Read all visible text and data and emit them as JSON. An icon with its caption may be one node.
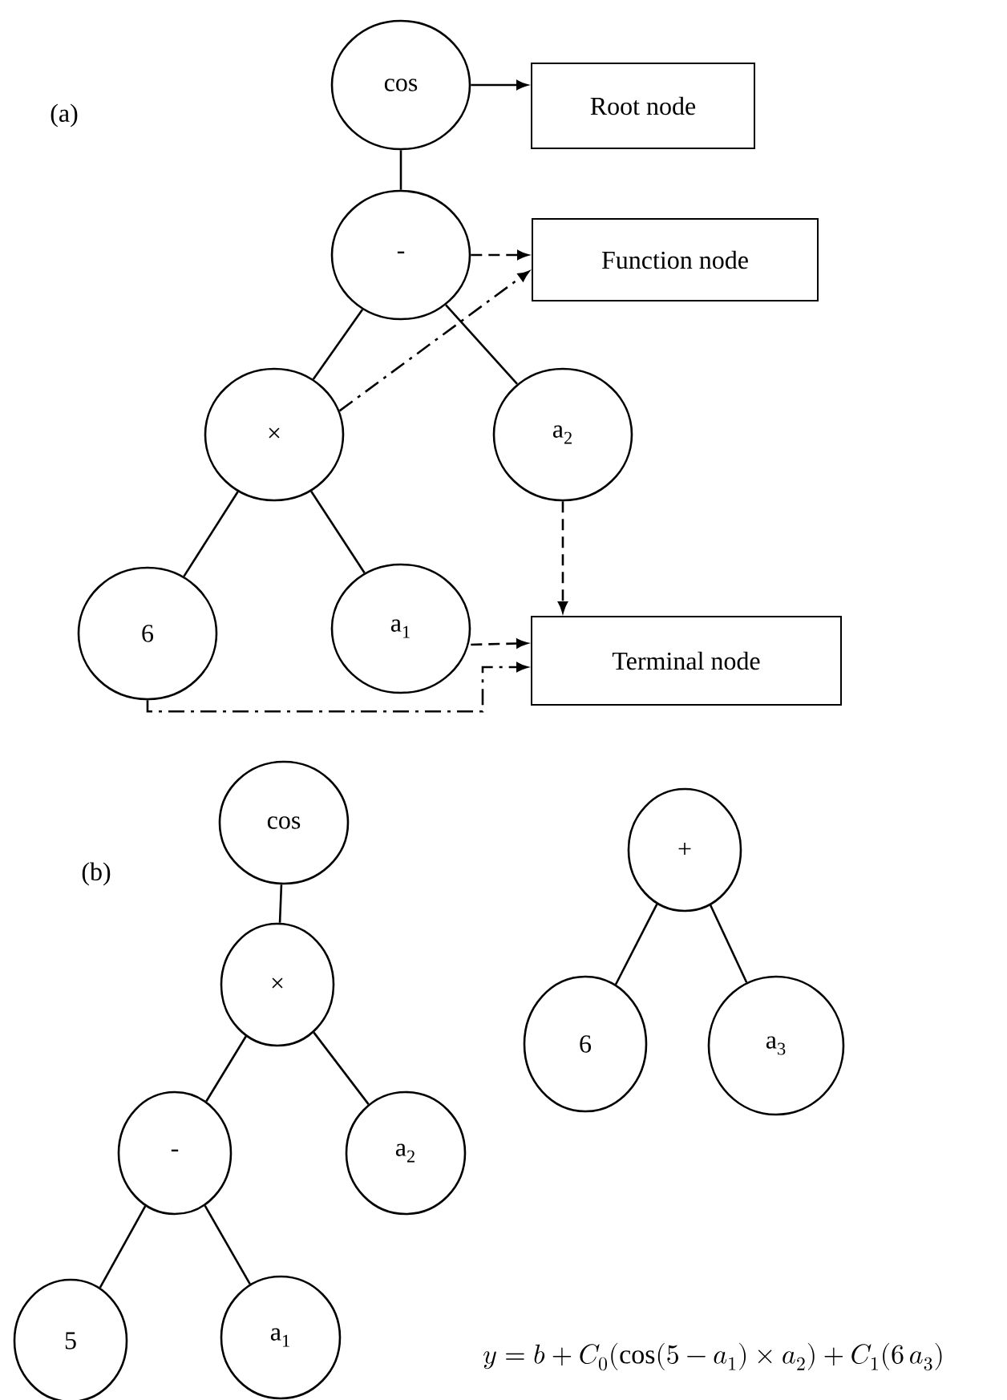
{
  "diagram": {
    "nodes": [
      {
        "text": [
          "cos"
        ]
      },
      {
        "text": [
          "Root node"
        ]
      },
      {
        "text": [
          "-"
        ]
      },
      {
        "text": [
          "Function node"
        ]
      },
      {
        "text": [
          "×"
        ]
      },
      {
        "text": [
          "a$_{2}$"
        ]
      },
      {
        "text": [
          "6"
        ]
      },
      {
        "text": [
          "a$_{1}$"
        ]
      },
      {
        "text": [
          "Terminal node"
        ]
      },
      {
        "text": [
          "cos"
        ]
      },
      {
        "text": [
          "×"
        ]
      },
      {
        "text": [
          "-"
        ]
      },
      {
        "text": [
          "a$_{2}$"
        ]
      },
      {
        "text": [
          "5"
        ]
      },
      {
        "text": [
          "a$_{1}$"
        ]
      },
      {
        "text": [
          "+"
        ]
      },
      {
        "text": [
          "6"
        ]
      },
      {
        "text": [
          "a$_{3}$"
        ]
      }
    ],
    "edges": [
      {
        "from": 0,
        "to": 1,
        "arrow": "to"
      },
      {
        "from": 0,
        "to": 2,
        "arrow": "none"
      },
      {
        "from": 2,
        "to": 3,
        "arrow": "to",
        "style": "dashed"
      },
      {
        "from": 4,
        "to": 3,
        "arrow": "to",
        "style": "dashed"
      },
      {
        "from": 2,
        "to": 4,
        "arrow": "none"
      },
      {
        "from": 2,
        "to": 5,
        "arrow": "none"
      },
      {
        "from": 4,
        "to": 6,
        "arrow": "none"
      },
      {
        "from": 4,
        "to": 7,
        "arrow": "none"
      },
      {
        "from": 5,
        "to": 8,
        "arrow": "to",
        "style": "dashed"
      },
      {
        "from": 7,
        "to": 8,
        "arrow": "to",
        "style": "dashed"
      },
      {
        "from": 6,
        "to": 8,
        "arrow": "to",
        "style": "dashed"
      },
      {
        "from": 9,
        "to": 10,
        "arrow": "none"
      },
      {
        "from": 10,
        "to": 11,
        "arrow": "none"
      },
      {
        "from": 10,
        "to": 12,
        "arrow": "none"
      },
      {
        "from": 11,
        "to": 13,
        "arrow": "none"
      },
      {
        "from": 11,
        "to": 14,
        "arrow": "none"
      },
      {
        "from": 15,
        "to": 16,
        "arrow": "none"
      },
      {
        "from": 15,
        "to": 17,
        "arrow": "none"
      }
    ],
    "labels": [
      "(a)",
      "(b)",
      "y = b + C_0(\\cos(5 - a_1) \\times a_2) + C_1(6\\, a_3)"
    ]
  }
}
